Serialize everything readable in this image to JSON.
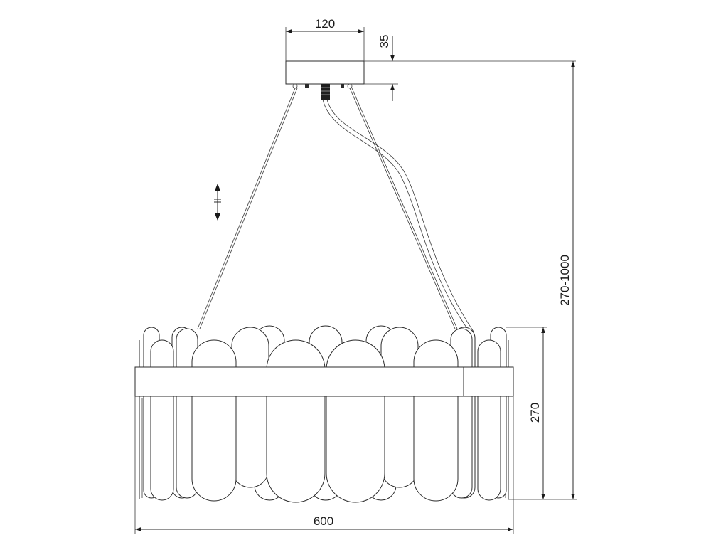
{
  "dimensions": {
    "canopy_width": "120",
    "canopy_height": "35",
    "overall_height": "270-1000",
    "shade_height": "270",
    "shade_width": "600"
  }
}
